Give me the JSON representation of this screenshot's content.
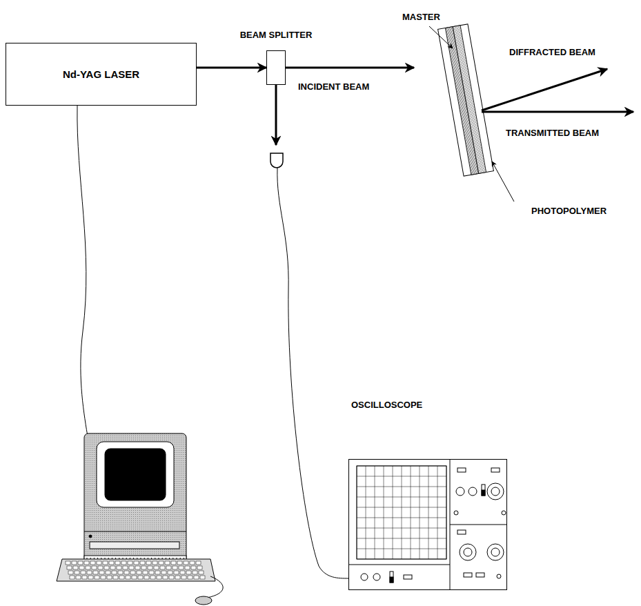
{
  "diagram": {
    "nodes": [
      {
        "text": [
          "Nd-YAG LASER"
        ]
      },
      {
        "text": [
          "BEAM SPLITTER"
        ]
      },
      {
        "text": [
          "OSCILLOSCOPE"
        ]
      }
    ],
    "edges": [
      {
        "from": 0,
        "to": 1,
        "arrow": "to"
      }
    ],
    "labels": [
      "MASTER",
      "DIFFRACTED BEAM",
      "INCIDENT BEAM",
      "TRANSMITTED BEAM",
      "PHOTOPOLYMER"
    ]
  }
}
